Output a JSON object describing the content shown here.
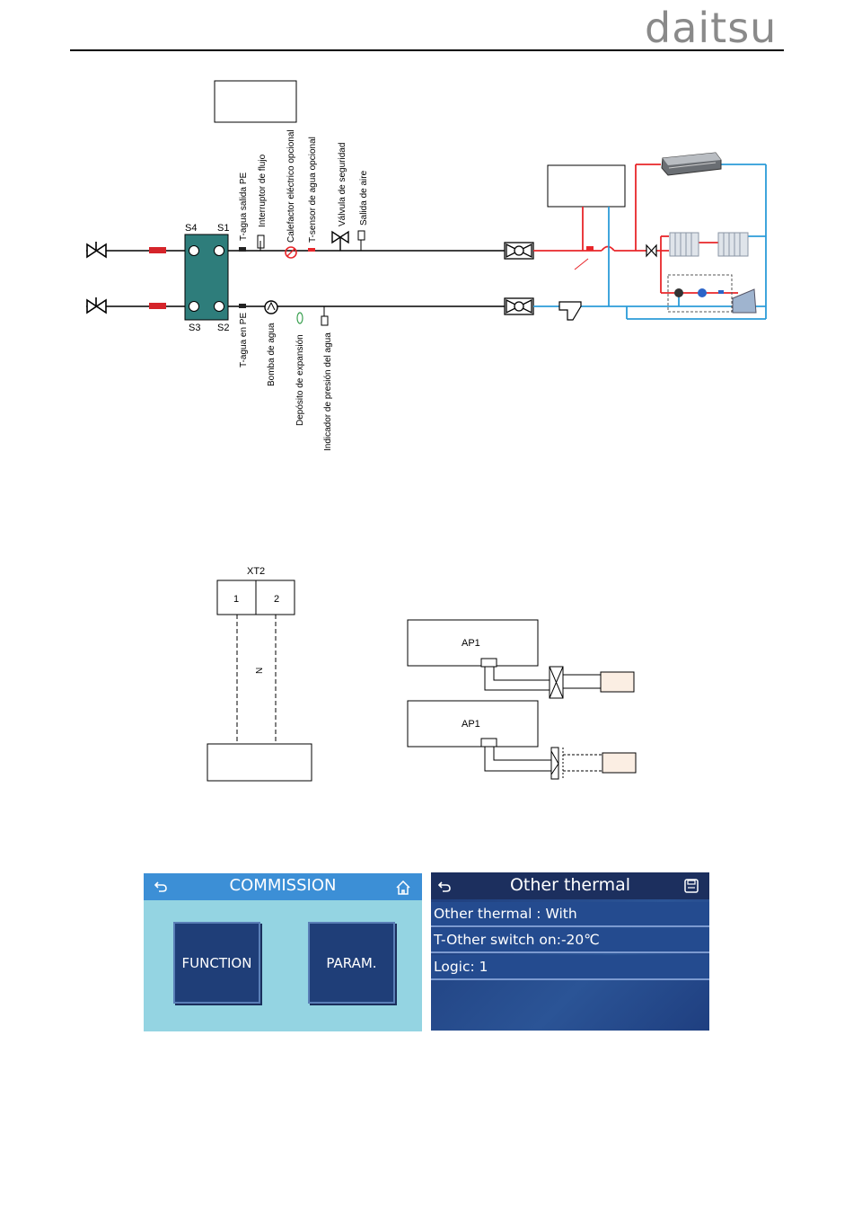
{
  "header": {
    "logo_text": "daitsu"
  },
  "hydraulic": {
    "hex_ports": {
      "s4": "S4",
      "s1": "S1",
      "s3": "S3",
      "s2": "S2"
    },
    "labels": {
      "t_agua_salida": "T-agua salida PE",
      "interruptor_flujo": "Interruptor de flujo",
      "calefactor": "Calefactor eléctrico opcional",
      "t_sensor": "T-sensor de agua opcional",
      "valvula_seguridad": "Válvula de seguridad",
      "salida_aire": "Salida de aire",
      "t_agua_en": "T-agua en PE",
      "bomba": "Bomba de agua",
      "deposito": "Depósito de expansión",
      "indicador": "Indicador de presión del agua"
    },
    "colors": {
      "hot": "#e8262a",
      "cold": "#2b9bd8",
      "hex": "#2e7d7b"
    }
  },
  "wiring": {
    "terminal_name": "XT2",
    "terminal_1": "1",
    "terminal_2": "2",
    "wire_label": "N",
    "ap1_top": "AP1",
    "ap1_bottom": "AP1"
  },
  "commission_screen": {
    "title": "COMMISSION",
    "function_btn": "FUNCTION",
    "param_btn": "PARAM.",
    "back_icon": "back-arrow-icon",
    "home_icon": "home-icon"
  },
  "other_thermal_screen": {
    "title": "Other thermal",
    "rows": [
      "Other thermal : With",
      "T-Other switch on:-20℃",
      "Logic: 1"
    ],
    "back_icon": "back-arrow-icon",
    "save_icon": "save-icon"
  }
}
